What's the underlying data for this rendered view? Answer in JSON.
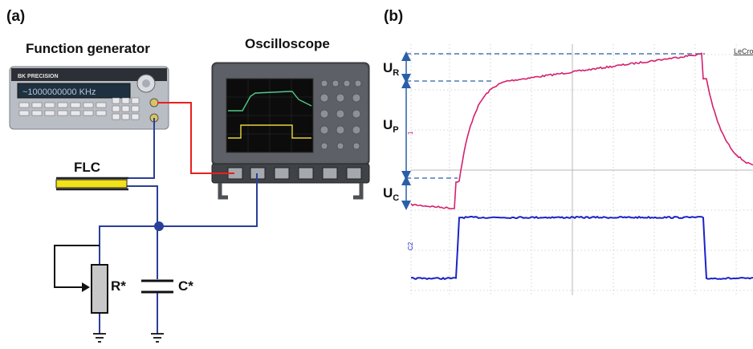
{
  "panel_a": {
    "label": "(a)",
    "function_generator_title": "Function generator",
    "oscilloscope_title": "Oscilloscope",
    "fg_brand": "BK PRECISION",
    "fg_display": "~1000000000 KHz",
    "flc_label": "FLC",
    "resistor_label": "R*",
    "capacitor_label": "C*",
    "wire_red": "#e8201c",
    "wire_blue": "#2a3f9a",
    "flc_fill": "#f2e21a"
  },
  "panel_b": {
    "label": "(b)",
    "watermark": "LeCro",
    "u_r": {
      "main": "U",
      "sub": "R"
    },
    "u_p": {
      "main": "U",
      "sub": "P"
    },
    "u_c": {
      "main": "U",
      "sub": "C"
    },
    "channel_1_marker": "1",
    "channel_2_marker": "C2",
    "trace_colors": {
      "response": "#d4206e",
      "drive": "#1a22c8",
      "arrows": "#2a5fa8"
    }
  }
}
